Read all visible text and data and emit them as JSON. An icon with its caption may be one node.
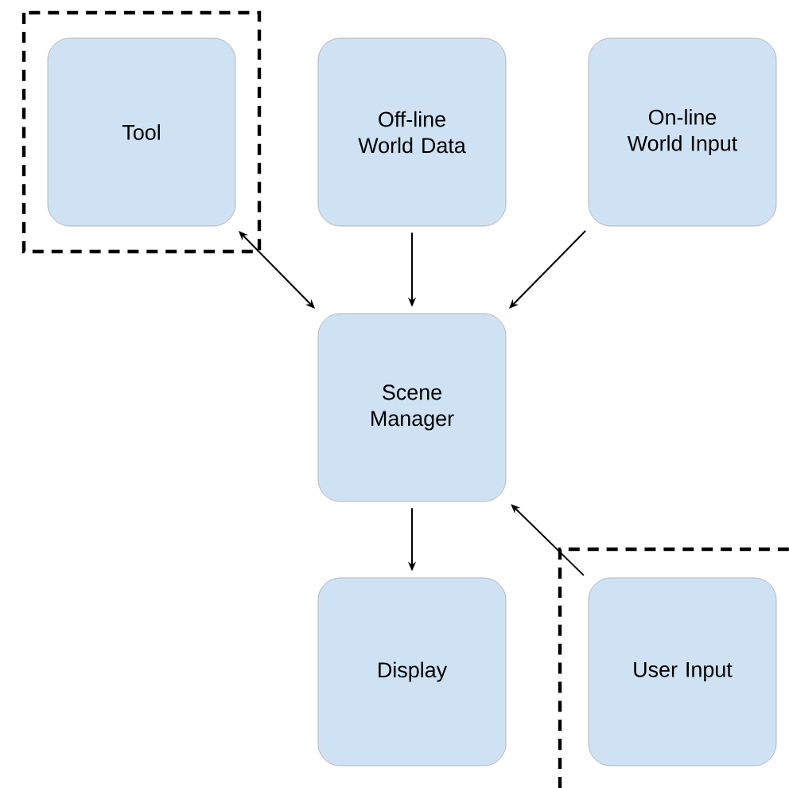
{
  "diagram": {
    "nodes": [
      {
        "text": [
          "Tool"
        ]
      },
      {
        "text": [
          "Off-line World Data"
        ]
      },
      {
        "text": [
          "On-line World Input"
        ]
      },
      {
        "text": [
          "Scene Manager"
        ]
      },
      {
        "text": [
          "Display"
        ]
      },
      {
        "text": [
          "User Input"
        ]
      }
    ],
    "edges": [
      {
        "from": 0,
        "to": 3,
        "arrow": "both"
      },
      {
        "from": 1,
        "to": 3,
        "arrow": "to"
      },
      {
        "from": 2,
        "to": 3,
        "arrow": "to"
      },
      {
        "from": 3,
        "to": 4,
        "arrow": "to"
      },
      {
        "from": 5,
        "to": 3,
        "arrow": "to"
      }
    ]
  }
}
